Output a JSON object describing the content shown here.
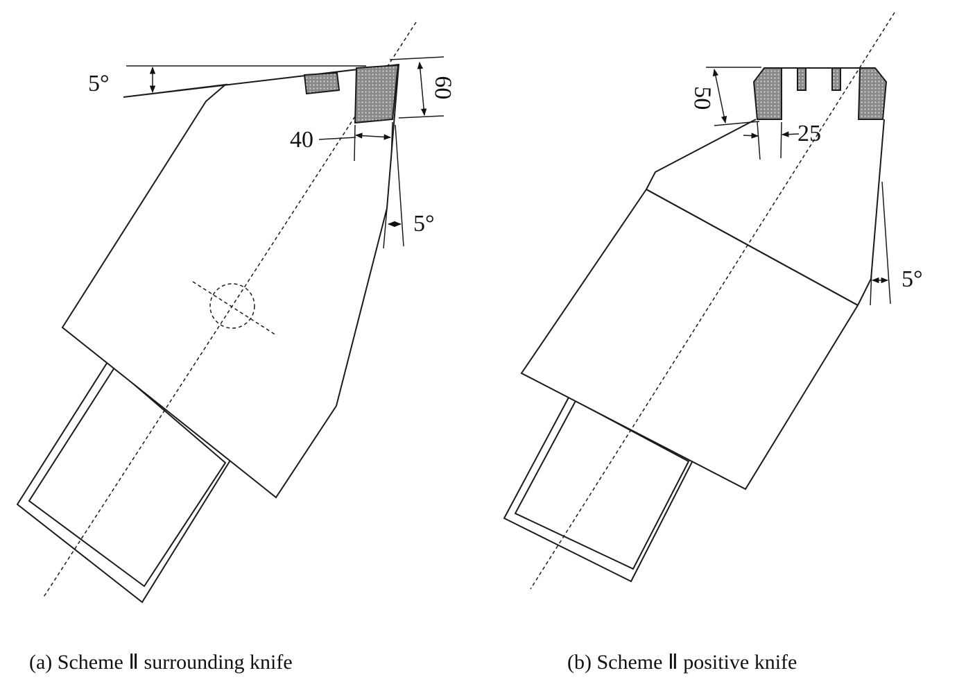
{
  "panel_a": {
    "caption": "(a) Scheme Ⅱ surrounding knife",
    "dim_top_angle": "5°",
    "dim_height": "60",
    "dim_width": "40",
    "dim_side_angle": "5°"
  },
  "panel_b": {
    "caption": "(b) Scheme Ⅱ positive knife",
    "dim_height": "50",
    "dim_width": "25",
    "dim_side_angle": "5°"
  }
}
